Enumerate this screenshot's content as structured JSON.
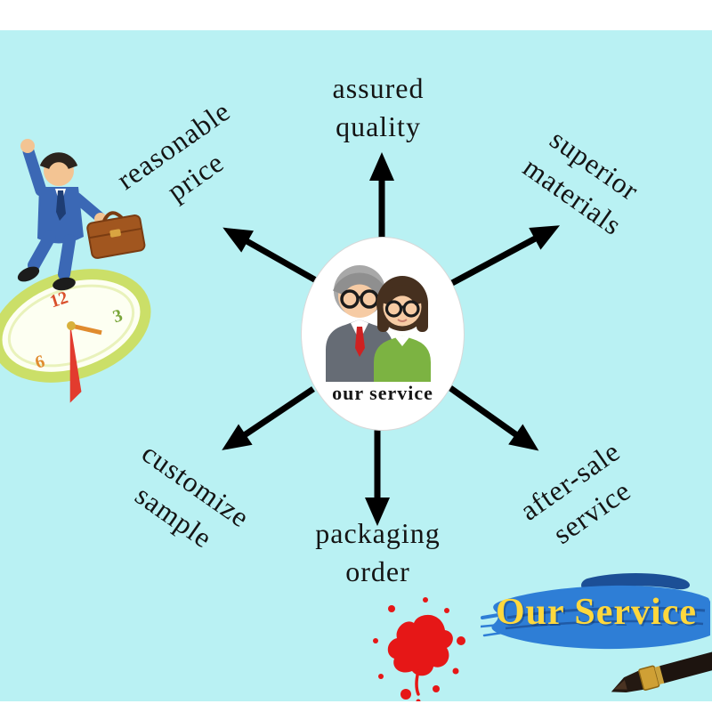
{
  "canvas": {
    "bg_color": "#b9f1f3",
    "frame_color": "#ffffff"
  },
  "center_badge": {
    "caption": "our service",
    "caption_color": "#161616"
  },
  "spokes": {
    "top": {
      "line1": "assured",
      "line2": "quality"
    },
    "top_right": {
      "line1": "superior",
      "line2": "materials"
    },
    "top_left": {
      "line1": "reasonable",
      "line2": "price"
    },
    "bottom_left": {
      "line1": "customize",
      "line2": "sample"
    },
    "bottom": {
      "line1": "packaging",
      "line2": "order"
    },
    "bottom_right": {
      "line1": "after-sale",
      "line2": "service"
    }
  },
  "banner": {
    "label": "Our Service",
    "stroke_color": "#2e7ed6",
    "label_color": "#ffd83d"
  },
  "clock": {
    "numbers": [
      "12",
      "3",
      "6"
    ]
  },
  "colors": {
    "arrow": "#000000",
    "splat_red": "#e61717",
    "suit_blue": "#3b68b5",
    "clock_rim": "#cbdf68",
    "avatar_green": "#7cb342"
  },
  "illustrations": {
    "top_left": "businessman-jumping-over-melting-clock",
    "center": "two-customer-service-people",
    "bottom_right": "paintbrush-with-blue-stroke",
    "splatter": "red-paint-splatter"
  }
}
